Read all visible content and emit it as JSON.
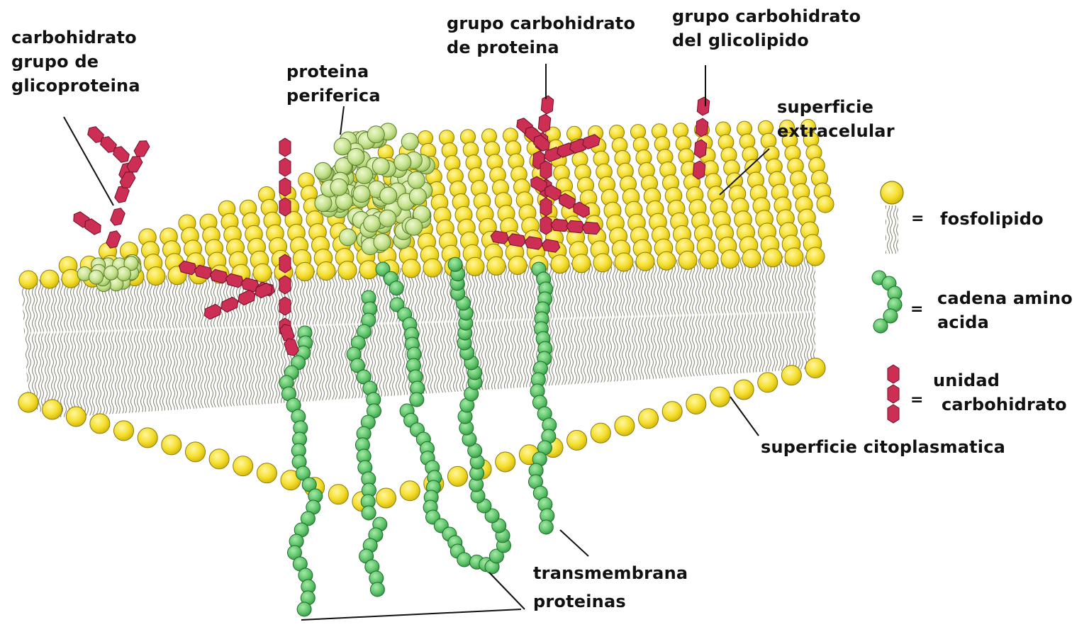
{
  "colors": {
    "lipid_head": "#f5df2e",
    "lipid_head_edge": "#8a7a12",
    "amino_acid": "#5ec46a",
    "amino_acid_edge": "#1f6b2c",
    "peripheral_protein": "#c3e08a",
    "carbohydrate": "#cc2e54",
    "carbohydrate_edge": "#6e1028",
    "tails": "#8a8a7a"
  },
  "labels": {
    "glyco_carb": [
      "carbohidrato",
      "grupo de",
      "glicoproteina"
    ],
    "peripheral_protein": [
      "proteina",
      "periferica"
    ],
    "protein_carb": [
      "grupo carbohidrato",
      "de proteina"
    ],
    "glycolipid_carb": [
      "grupo carbohidrato",
      "del glicolipido"
    ],
    "extracellular": [
      "superficie",
      "extracelular"
    ],
    "cytoplasmic": "superficie citoplasmatica",
    "transmembrane": [
      "transmembrana",
      "proteinas"
    ]
  },
  "legend": {
    "equals": "=",
    "phospholipid": "fosfolipido",
    "amino_chain": [
      "cadena amino",
      "acida"
    ],
    "carb_unit": [
      "unidad",
      "carbohidrato"
    ]
  }
}
